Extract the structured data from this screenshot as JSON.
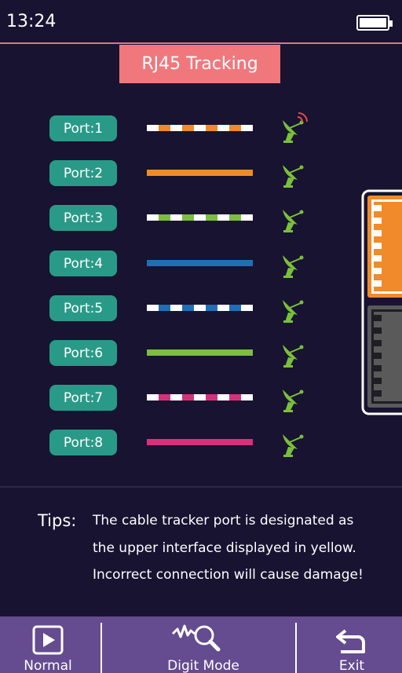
{
  "status": {
    "time": "13:24",
    "battery_level": 1.0
  },
  "title": "RJ45 Tracking",
  "ports": [
    {
      "label": "Port:1",
      "wire": "striped",
      "color": "#f08a2a",
      "signal": true
    },
    {
      "label": "Port:2",
      "wire": "solid",
      "color": "#f08a2a",
      "signal": false
    },
    {
      "label": "Port:3",
      "wire": "striped",
      "color": "#7bbf3a",
      "signal": false
    },
    {
      "label": "Port:4",
      "wire": "solid",
      "color": "#1f6fb6",
      "signal": false
    },
    {
      "label": "Port:5",
      "wire": "striped",
      "color": "#1f6fb6",
      "signal": false
    },
    {
      "label": "Port:6",
      "wire": "solid",
      "color": "#7bbf3a",
      "signal": false
    },
    {
      "label": "Port:7",
      "wire": "striped",
      "color": "#d6317a",
      "signal": false
    },
    {
      "label": "Port:8",
      "wire": "solid",
      "color": "#d6317a",
      "signal": false
    }
  ],
  "connector": {
    "upper_color": "#f08a2a",
    "lower_color": "#5a5a5a"
  },
  "tips": {
    "label": "Tips:",
    "lines": [
      "The cable tracker port is designated as",
      "the upper interface displayed in yellow.",
      "Incorrect connection will cause damage!"
    ]
  },
  "nav": {
    "normal": {
      "label": "Normal",
      "icon": "play-icon"
    },
    "digit": {
      "label": "Digit Mode",
      "icon": "wave-magnifier-icon"
    },
    "exit": {
      "label": "Exit",
      "icon": "return-arrow-icon"
    }
  },
  "colors": {
    "background": "#171331",
    "badge": "#2a9a88",
    "title_banner": "#f0787c",
    "bottom_bar": "#654b8f",
    "dish": "#7bbf3a",
    "signal": "#e24a4a"
  }
}
